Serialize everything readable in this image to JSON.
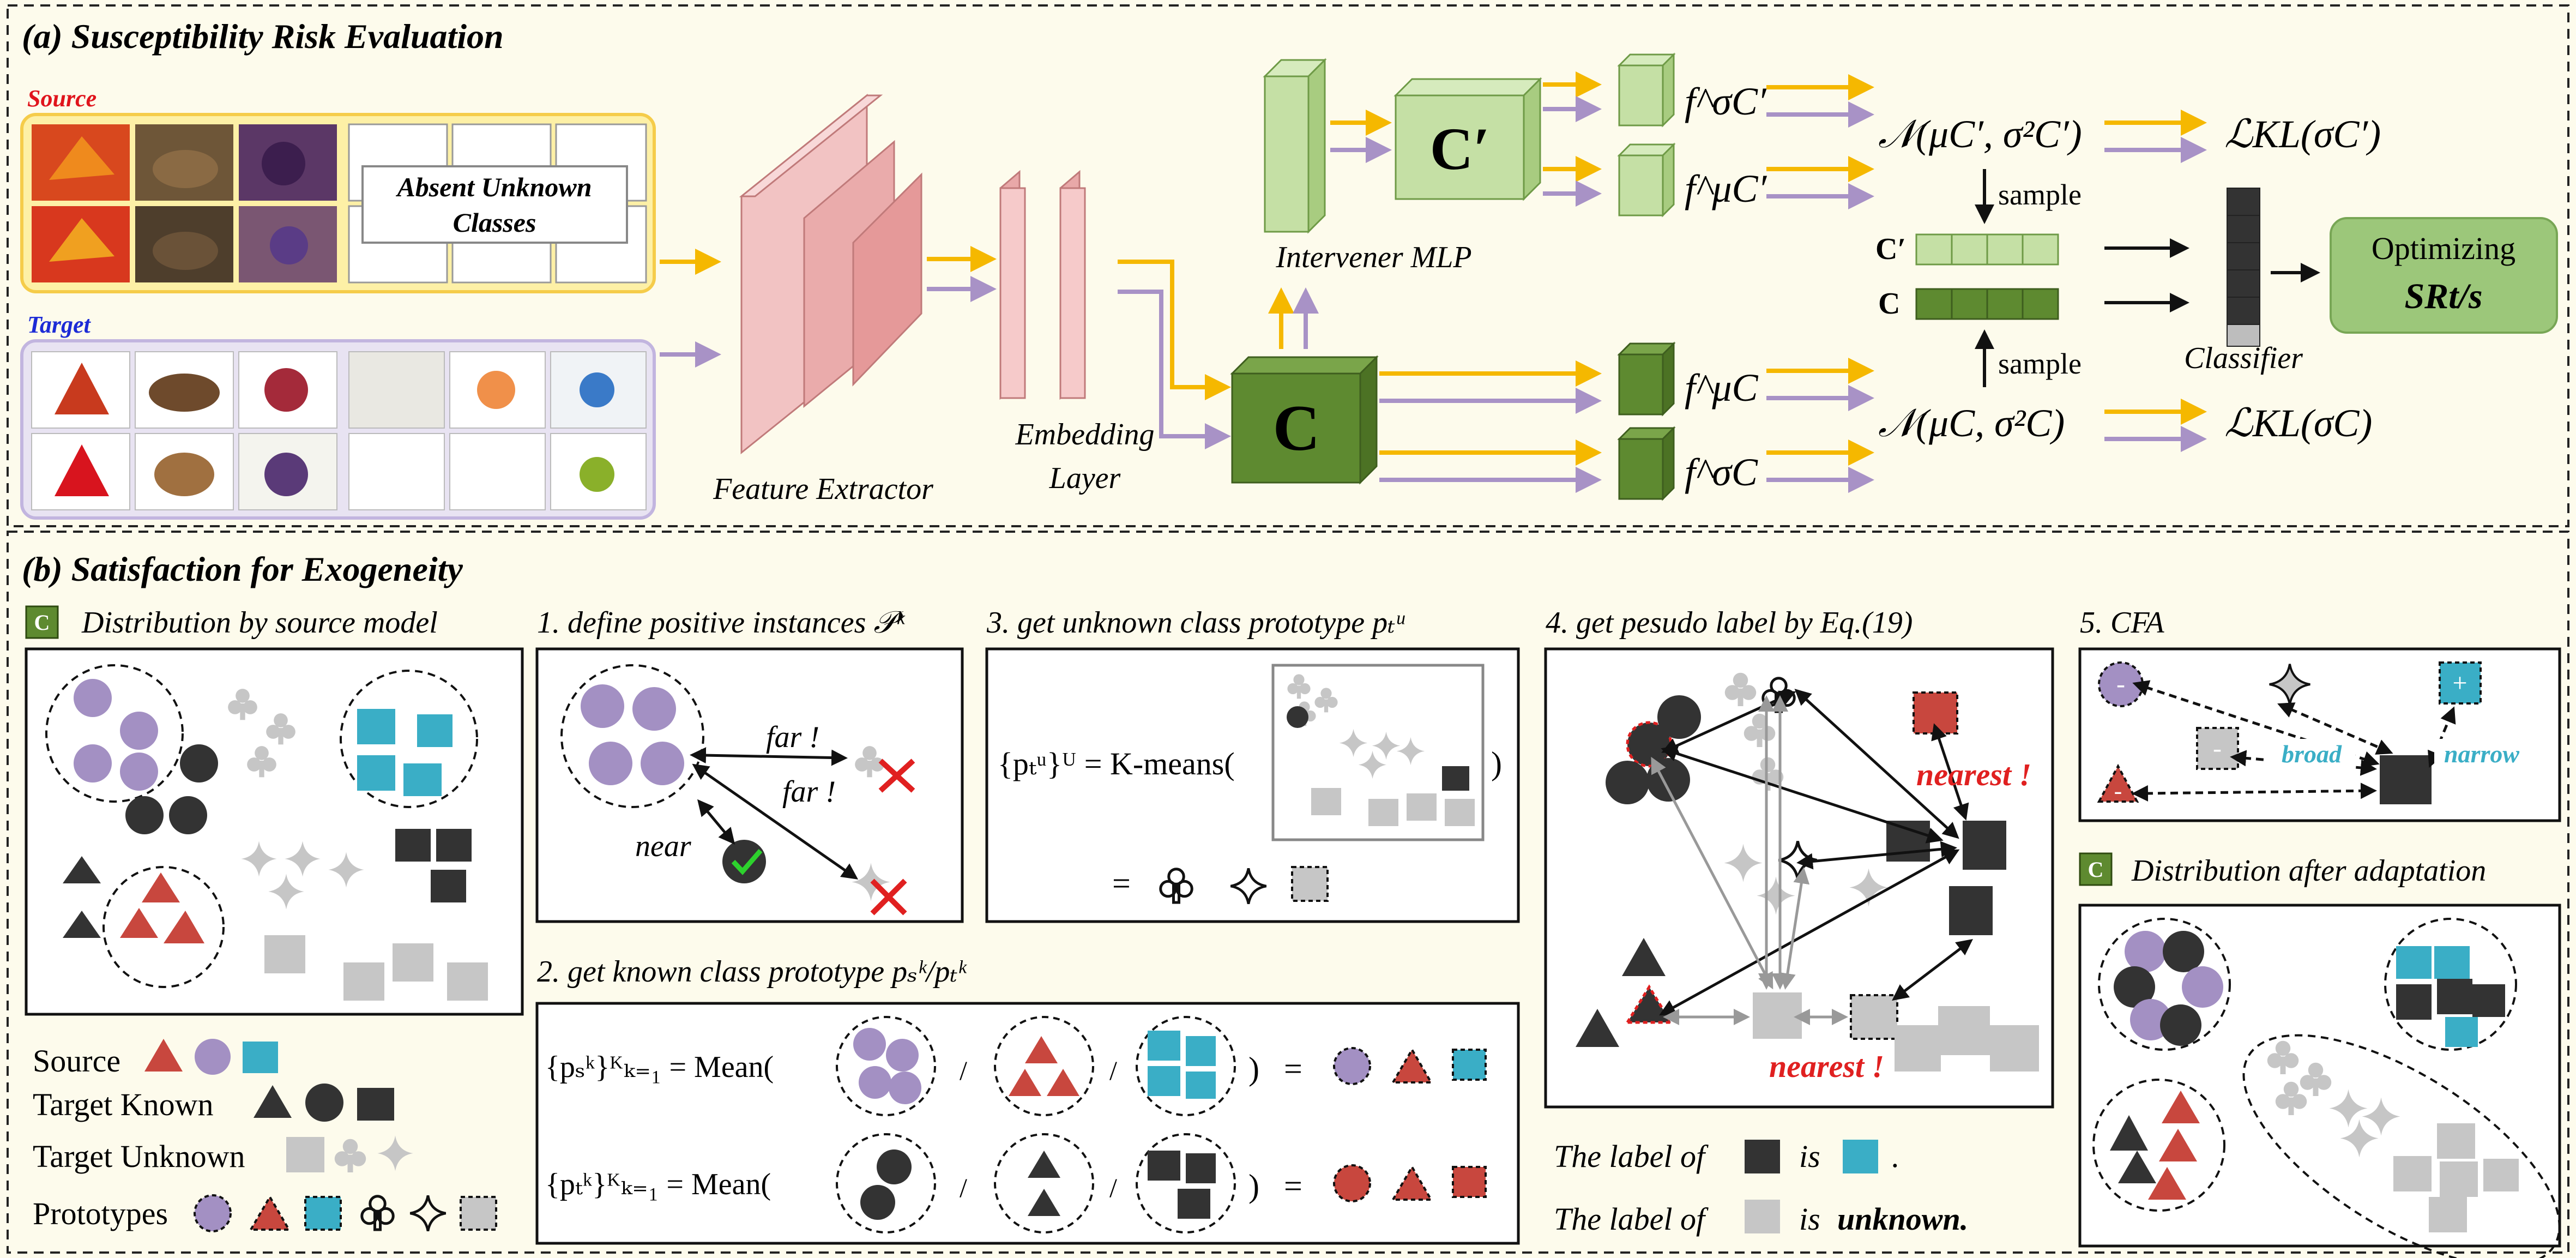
{
  "section_a": {
    "title": "(a) Susceptibility Risk Evaluation",
    "source_label": "Source",
    "target_label": "Target",
    "absent_box": [
      "Absent Unknown",
      "Classes"
    ],
    "feature_extractor": "Feature Extractor",
    "embedding_layer": [
      "Embedding",
      "Layer"
    ],
    "intervener_mlp": "Intervener MLP",
    "c_prime": "C′",
    "c": "C",
    "f_sigma_cprime": "f^σC′",
    "f_mu_cprime": "f^μC′",
    "f_mu_c": "f^μC",
    "f_sigma_c": "f^σC",
    "normal_cprime": "𝒩(μC′, σ²C′)",
    "normal_c": "𝒩(μC, σ²C)",
    "kl_cprime": "ℒKL(σC′)",
    "kl_c": "ℒKL(σC)",
    "sample": "sample",
    "classifier": "Classifier",
    "optimizing": [
      "Optimizing",
      "SRt/s"
    ]
  },
  "section_b": {
    "title": "(b) Satisfaction for Exogeneity",
    "dist_source": "Distribution by source model",
    "step1": "1. define positive instances 𝒫ᵏ",
    "far": "far !",
    "near": "near",
    "step3": "3. get unknown class prototype pₜᵘ",
    "kmeans": "{pₜᵘ}ᵁ = K-means(",
    "step2": "2. get known class prototype pₛᵏ/pₜᵏ",
    "mean_source": "{pₛᵏ}ᴷₖ₌₁ = Mean(",
    "mean_target": "{pₜᵏ}ᴷₖ₌₁ = Mean(",
    "step4": "4. get pesudo label by Eq.(19)",
    "nearest": "nearest !",
    "label_known": [
      "The label of",
      "is",
      "."
    ],
    "label_unknown": [
      "The label of",
      "is",
      "unknown."
    ],
    "step5": "5. CFA",
    "broad": "broad",
    "narrow": "narrow",
    "dist_after": "Distribution after adaptation",
    "legend": [
      "Source",
      "Target Known",
      "Target Unknown",
      "Prototypes"
    ]
  },
  "colors": {
    "source_arrow": "#f5b800",
    "target_arrow": "#a892c6",
    "purple": "#a390c3",
    "red": "#c8473e",
    "blue": "#3aaec6",
    "dark": "#333333",
    "gray": "#c6c6c6",
    "pink": "#eec0c0",
    "light_green": "#c5e0a5",
    "dark_green": "#5e8a30"
  }
}
